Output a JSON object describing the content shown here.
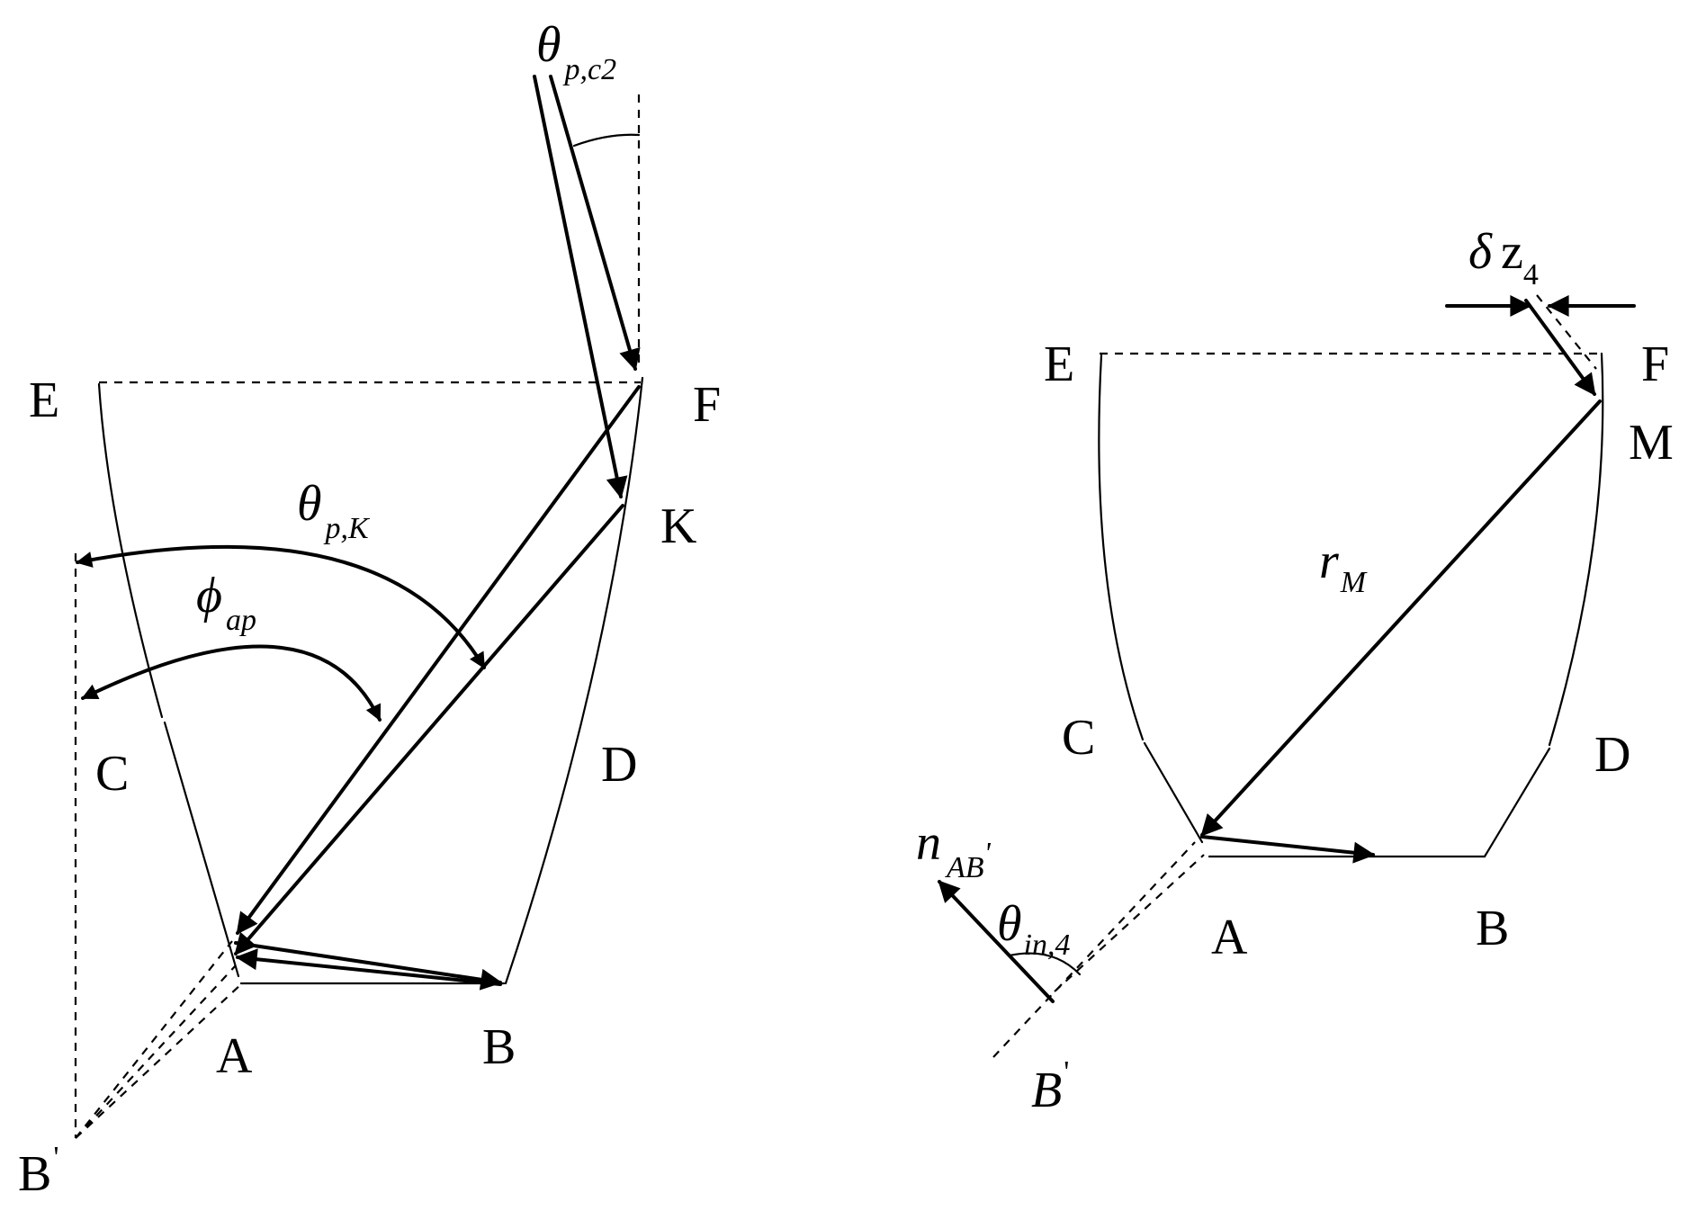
{
  "left_figure": {
    "points": {
      "E": "E",
      "F": "F",
      "K": "K",
      "C": "C",
      "D": "D",
      "A": "A",
      "B": "B",
      "B_prime": "B"
    },
    "prime_mark": "'",
    "angle_theta_pc2": {
      "symbol": "θ",
      "subscript": "p,c2"
    },
    "angle_theta_pK": {
      "symbol": "θ",
      "subscript": "p,K"
    },
    "angle_phi_ap": {
      "symbol": "ϕ",
      "subscript": "ap"
    }
  },
  "right_figure": {
    "points": {
      "E": "E",
      "F": "F",
      "M": "M",
      "C": "C",
      "D": "D",
      "A": "A",
      "B": "B",
      "B_prime": "B"
    },
    "prime_mark": "'",
    "delta_z4": {
      "symbol": "δ",
      "text": "z",
      "subscript": "4"
    },
    "r_M": {
      "symbol": "r",
      "subscript": "M"
    },
    "n_AB": {
      "symbol": "n",
      "subscript": "AB",
      "prime": "'"
    },
    "theta_in4": {
      "symbol": "θ",
      "subscript": "in,4"
    }
  }
}
